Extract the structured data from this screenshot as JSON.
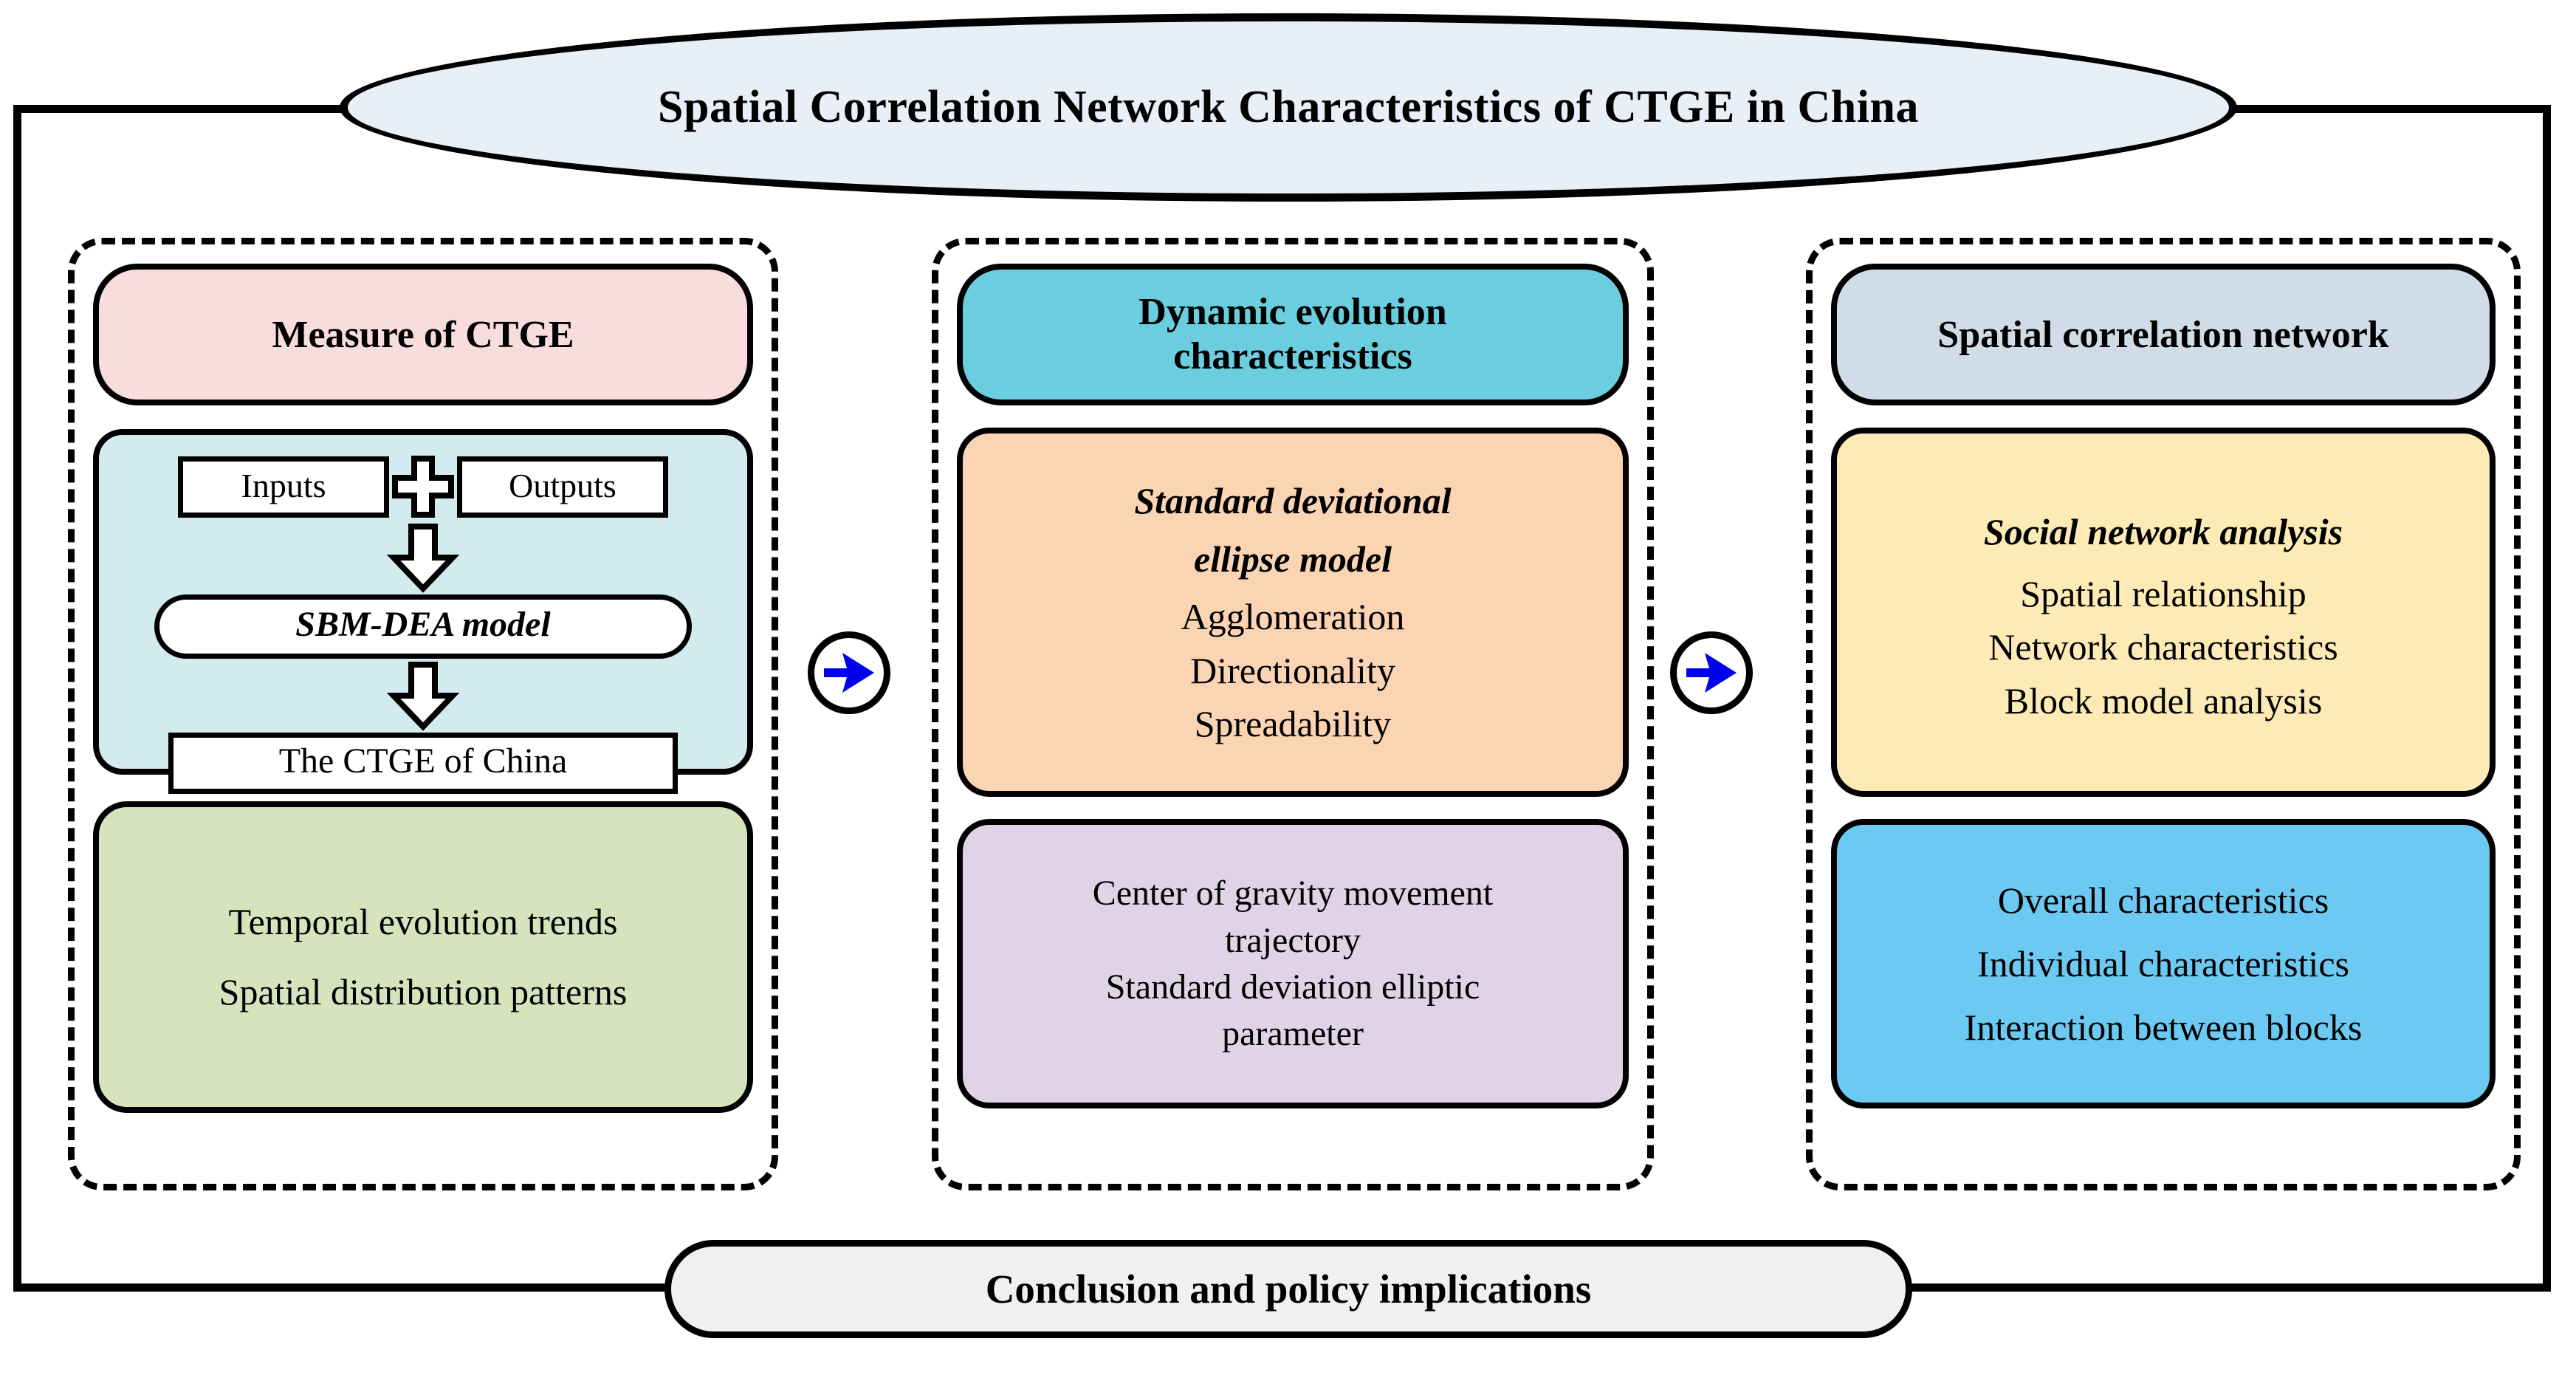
{
  "diagram": {
    "title": "Spatial Correlation Network Characteristics of CTGE in China",
    "conclusion": "Conclusion and policy implications",
    "connector_icon_1": "blue-right-arrow-icon",
    "connector_icon_2": "blue-right-arrow-icon",
    "colors": {
      "title_ellipse_fill": "#e8eff7",
      "measure_fill": "#f9dcdc",
      "dea_fill": "#d3eaef",
      "trends_fill": "#d7e3bd",
      "dynamic_fill": "#6bcede",
      "sde_fill": "#fbd4b3",
      "cog_fill": "#e0d2e7",
      "scn_fill": "#d0dde8",
      "sna_fill": "#fdeab4",
      "blocks_fill": "#6ccaf2",
      "conclusion_fill": "#f0f0f0",
      "arrow_blue": "#0000ee",
      "stroke": "#000000"
    },
    "columns": [
      {
        "id": "measure-of-ctge",
        "header": "Measure of CTGE",
        "process": {
          "inputs_label": "Inputs",
          "plus_symbol": "+",
          "outputs_label": "Outputs",
          "arrow_1": "down-block-arrow-icon",
          "model_label": "SBM-DEA model",
          "arrow_2": "down-block-arrow-icon",
          "result_label": "The CTGE of China"
        },
        "outcomes": [
          "Temporal evolution trends",
          "Spatial distribution patterns"
        ]
      },
      {
        "id": "dynamic-evolution-characteristics",
        "header": "Dynamic evolution characteristics",
        "header_line_1": "Dynamic evolution",
        "header_line_2": "characteristics",
        "method": {
          "emphasis_line_1": "Standard deviational",
          "emphasis_line_2": "ellipse model",
          "items": [
            "Agglomeration",
            "Directionality",
            "Spreadability"
          ]
        },
        "outcomes": [
          "Center of gravity movement",
          "trajectory",
          "Standard deviation elliptic",
          "parameter"
        ]
      },
      {
        "id": "spatial-correlation-network",
        "header": "Spatial correlation network",
        "method": {
          "emphasis_line_1": "Social network analysis",
          "items": [
            "Spatial relationship",
            "Network characteristics",
            "Block model analysis"
          ]
        },
        "outcomes": [
          "Overall characteristics",
          "Individual characteristics",
          "Interaction between blocks"
        ]
      }
    ]
  }
}
